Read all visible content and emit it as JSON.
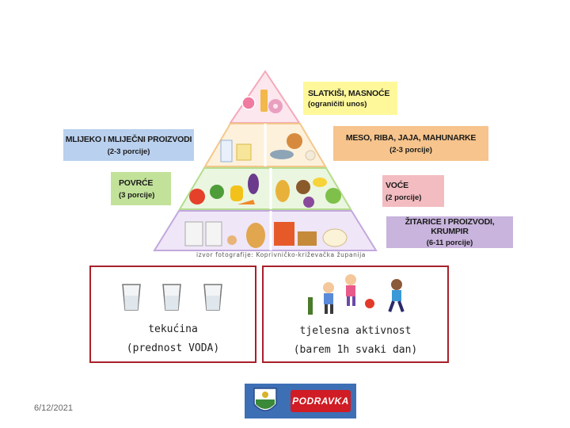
{
  "pyramid": {
    "sweets": {
      "title": "SLATKIŠI, MASNOĆE",
      "servings": "(ograničiti unos)",
      "color": "#fff89a"
    },
    "dairy": {
      "title": "MLIJEKO I MLIJEČNI PROIZVODI",
      "servings": "(2-3 porcije)",
      "color": "#b9d0ee"
    },
    "meat": {
      "title": "MESO, RIBA, JAJA, MAHUNARKE",
      "servings": "(2-3 porcije)",
      "color": "#f6c48c"
    },
    "vegetables": {
      "title": "POVRĆE",
      "servings": "(3 porcije)",
      "color": "#c2e29a"
    },
    "fruit": {
      "title": "VOĆE",
      "servings": "(2 porcije)",
      "color": "#f2bcc1"
    },
    "grains": {
      "title": "ŽITARICE I PROIZVODI, KRUMPIR",
      "servings": "(6-11 porcije)",
      "color": "#c8b4dc"
    },
    "source": "izvor fotografije: Koprivničko-križevačka županija"
  },
  "panels": {
    "fluids": {
      "line1": "tekućina",
      "line2": "(prednost VODA)"
    },
    "activity": {
      "line1": "tjelesna aktivnost",
      "line2": "(barem 1h svaki dan)"
    },
    "border_color": "#a8202a"
  },
  "footer": {
    "date": "6/12/2021",
    "logo_text": "PODRAVKA",
    "logo_color": "#d01c24"
  },
  "icons": [
    "water-glass-icon",
    "children-playing-icon",
    "coat-of-arms-icon",
    "podravka-logo"
  ]
}
